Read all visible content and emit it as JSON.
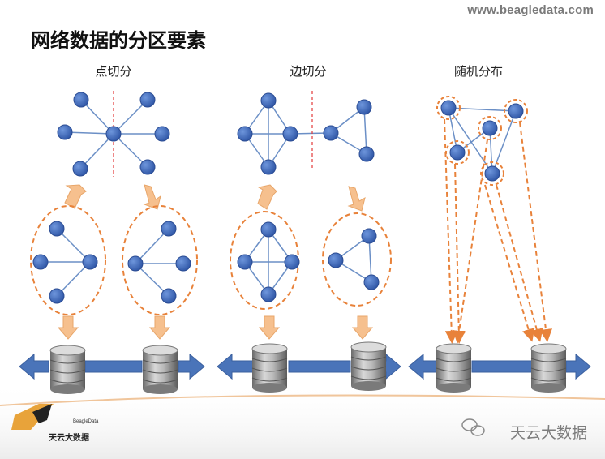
{
  "header": {
    "url": "www.beagledata.com",
    "title": "网络数据的分区要素"
  },
  "sections": [
    {
      "label": "点切分"
    },
    {
      "label": "边切分"
    },
    {
      "label": "随机分布"
    }
  ],
  "colors": {
    "node": "#3b63b8",
    "edge": "#6b8fc6",
    "cut_line": "#e23a3a",
    "dashed": "#e8823a",
    "arrow_down": "#f6c08e",
    "arrow_blue": "#4a74b9"
  },
  "footer": {
    "logo_small": "BeagleData",
    "logo_text": "天云大数据",
    "watermark": "天云大数据"
  }
}
